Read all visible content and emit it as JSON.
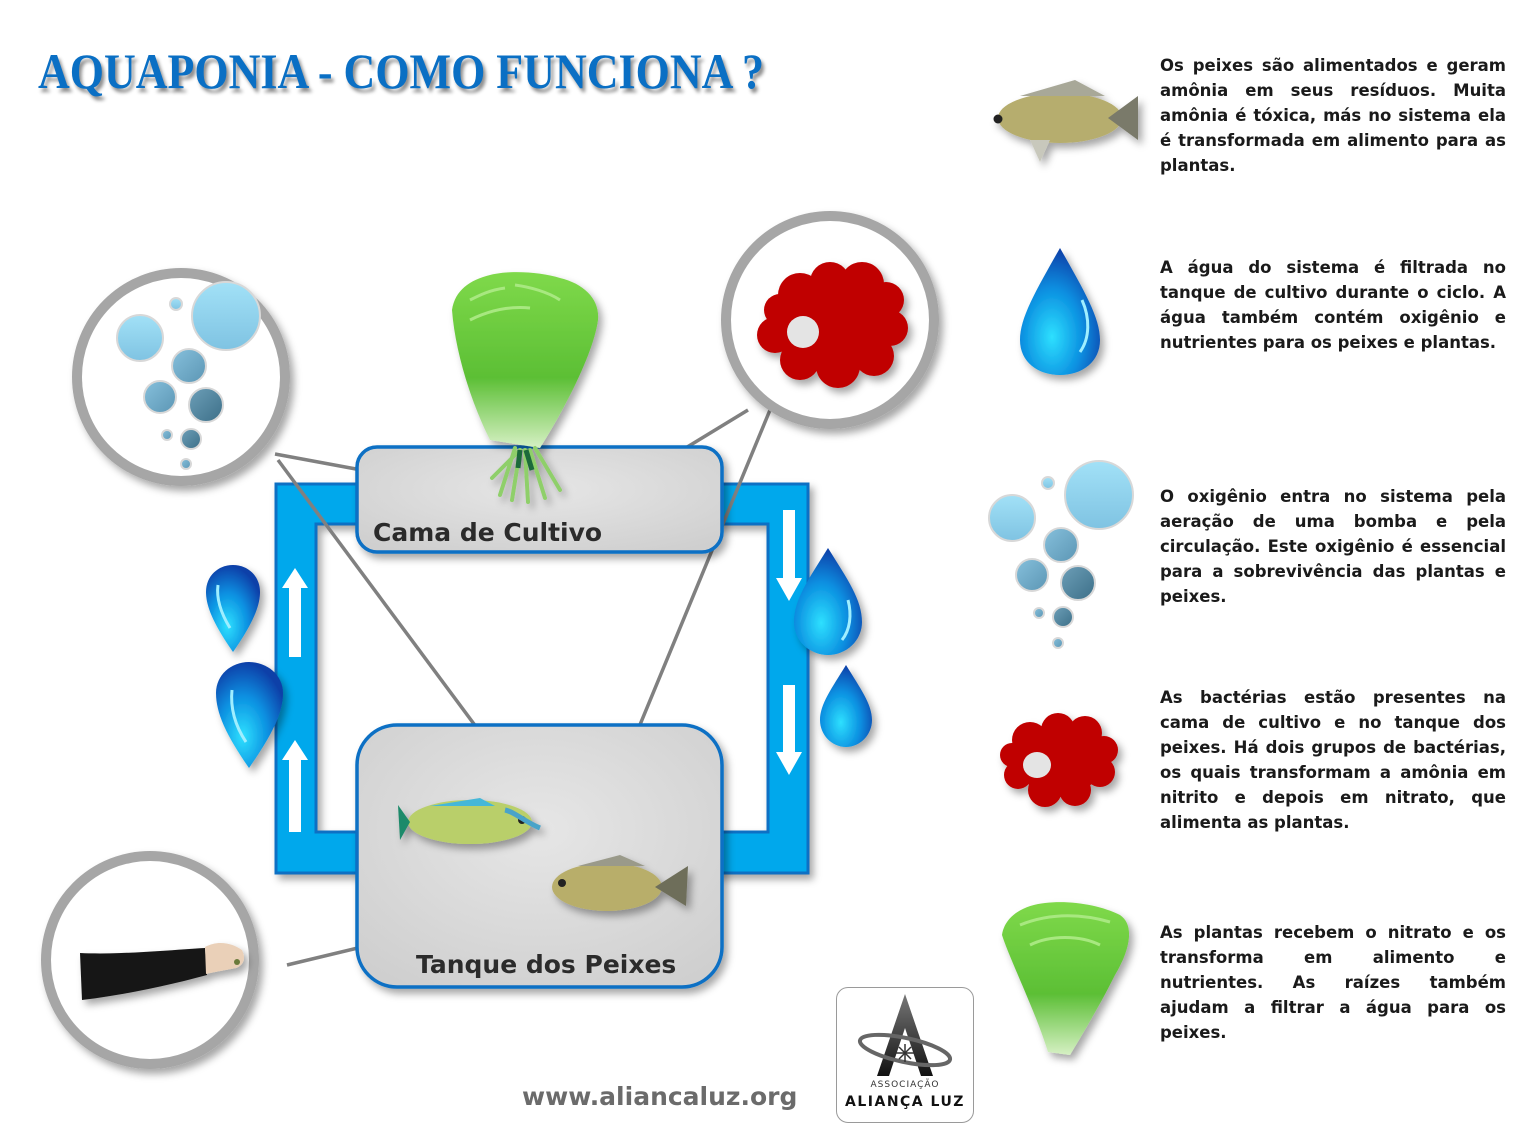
{
  "title": "AQUAPONIA - COMO FUNCIONA ?",
  "diagram": {
    "grow_bed_label": "Cama de Cultivo",
    "fish_tank_label": "Tanque dos Peixes",
    "flow_direction_left": "up",
    "flow_direction_right": "down",
    "zoom_circles": [
      "oxygen-bubbles",
      "bacteria",
      "hand-feeding-fish"
    ]
  },
  "legend": [
    {
      "icon": "fish-icon",
      "text": "Os peixes são alimentados e geram amônia em seus resíduos. Muita amônia é tóxica, más no sistema ela é transformada em alimento para as plantas."
    },
    {
      "icon": "water-drop-icon",
      "text": "A água do sistema é filtrada no tanque de cultivo durante o ciclo. A água também contém oxigênio e nutrientes para os peixes e plantas."
    },
    {
      "icon": "oxygen-bubbles-icon",
      "text": "O oxigênio entra no sistema pela aeração de uma bomba e pela circulação. Este oxigênio é essencial para a sobrevivência das plantas e peixes."
    },
    {
      "icon": "bacteria-icon",
      "text": "As bactérias estão presentes na cama de cultivo e no tanque dos peixes. Há dois grupos de bactérias, os quais transformam a amônia em nitrito e depois em nitrato, que alimenta as plantas."
    },
    {
      "icon": "lettuce-icon",
      "text": "As plantas recebem o nitrato e os transforma em alimento e nutrientes. As raízes também ajudam a filtrar a água para os peixes."
    }
  ],
  "footer": {
    "url": "www.aliancaluz.org",
    "logo_line1": "ASSOCIAÇÃO",
    "logo_line2": "ALIANÇA LUZ"
  },
  "colors": {
    "title": "#0a6fc4",
    "pipe": "#00a8ec",
    "pipe_border": "#0a6fc4",
    "tank_fill": "#d9d9d9",
    "bacteria": "#c00000",
    "ring": "#a6a6a6",
    "connector": "#808080"
  }
}
